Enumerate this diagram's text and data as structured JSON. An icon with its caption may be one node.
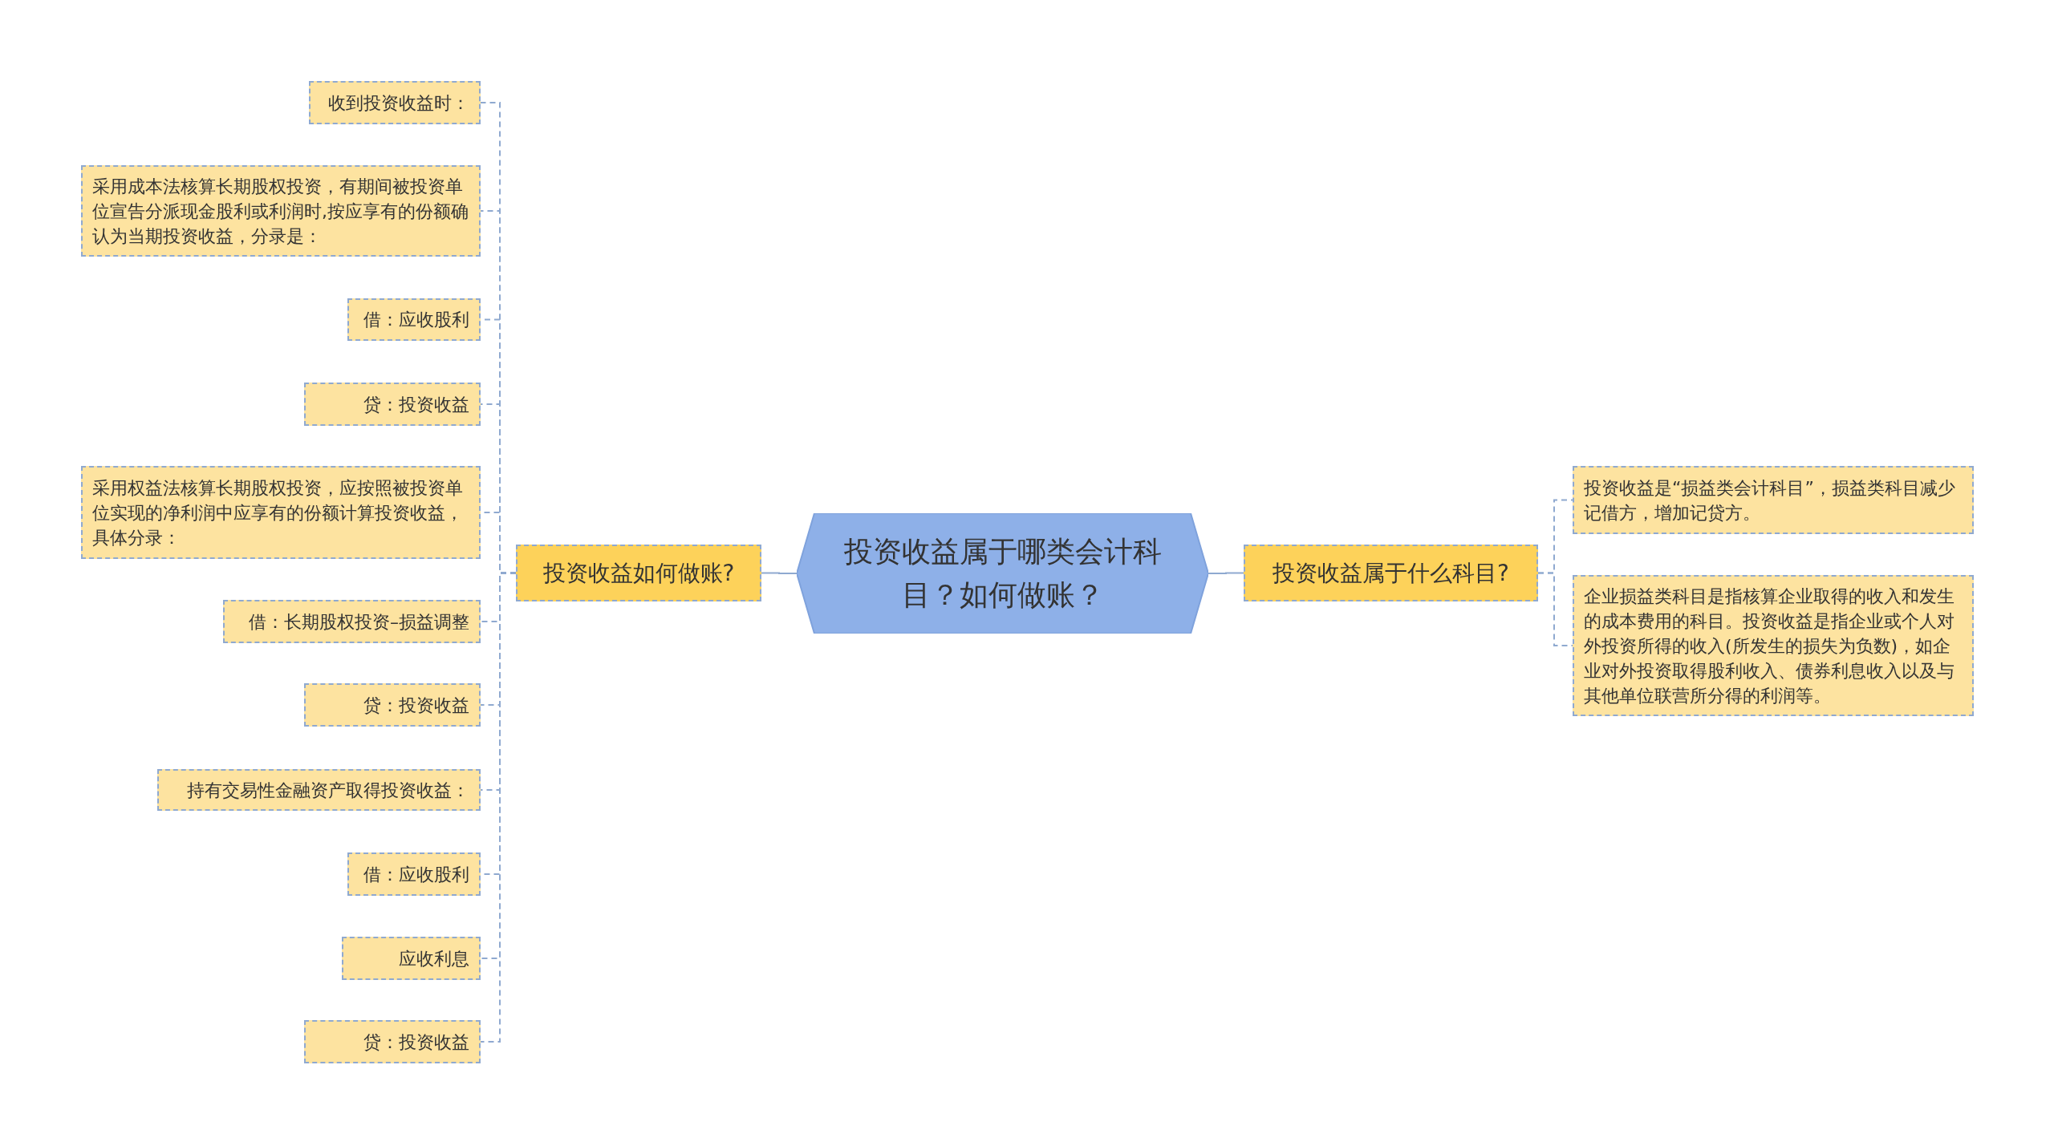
{
  "diagram": {
    "nodes": [
      {
        "text": [
          "投资收益属于哪类会计科目？如何做账？"
        ]
      },
      {
        "text": [
          "投资收益如何做账?"
        ]
      },
      {
        "text": [
          "收到投资收益时："
        ]
      },
      {
        "text": [
          "采用成本法核算长期股权投资，有期间被投资单位宣告分派现金股利或利润时,按应享有的份额确认为当期投资收益，分录是："
        ]
      },
      {
        "text": [
          "借：应收股利"
        ]
      },
      {
        "text": [
          "贷：投资收益"
        ]
      },
      {
        "text": [
          "采用权益法核算长期股权投资，应按照被投资单位实现的净利润中应享有的份额计算投资收益，具体分录："
        ]
      },
      {
        "text": [
          "借：长期股权投资–损益调整"
        ]
      },
      {
        "text": [
          "贷：投资收益"
        ]
      },
      {
        "text": [
          "持有交易性金融资产取得投资收益："
        ]
      },
      {
        "text": [
          "借：应收股利"
        ]
      },
      {
        "text": [
          "应收利息"
        ]
      },
      {
        "text": [
          "贷：投资收益"
        ]
      },
      {
        "text": [
          "投资收益属于什么科目?"
        ]
      },
      {
        "text": [
          "投资收益是“损益类会计科目”，损益类科目减少记借方，增加记贷方。"
        ]
      },
      {
        "text": [
          "企业损益类科目是指核算企业取得的收入和发生的成本费用的科目。投资收益是指企业或个人对外投资所得的收入(所发生的损失为负数)，如企业对外投资取得股利收入、债券利息收入以及与其他单位联营所分得的利润等。"
        ]
      }
    ],
    "edges": [
      {
        "from": 0,
        "to": 1,
        "arrow": "none"
      },
      {
        "from": 1,
        "to": 2,
        "arrow": "none",
        "style": "dashed"
      },
      {
        "from": 1,
        "to": 3,
        "arrow": "none",
        "style": "dashed"
      },
      {
        "from": 1,
        "to": 4,
        "arrow": "none",
        "style": "dashed"
      },
      {
        "from": 1,
        "to": 5,
        "arrow": "none",
        "style": "dashed"
      },
      {
        "from": 1,
        "to": 6,
        "arrow": "none",
        "style": "dashed"
      },
      {
        "from": 1,
        "to": 7,
        "arrow": "none",
        "style": "dashed"
      },
      {
        "from": 1,
        "to": 8,
        "arrow": "none",
        "style": "dashed"
      },
      {
        "from": 1,
        "to": 9,
        "arrow": "none",
        "style": "dashed"
      },
      {
        "from": 1,
        "to": 10,
        "arrow": "none",
        "style": "dashed"
      },
      {
        "from": 1,
        "to": 11,
        "arrow": "none",
        "style": "dashed"
      },
      {
        "from": 1,
        "to": 12,
        "arrow": "none",
        "style": "dashed"
      },
      {
        "from": 0,
        "to": 13,
        "arrow": "none"
      },
      {
        "from": 13,
        "to": 14,
        "arrow": "none",
        "style": "dashed"
      },
      {
        "from": 13,
        "to": 15,
        "arrow": "none",
        "style": "dashed"
      }
    ]
  }
}
